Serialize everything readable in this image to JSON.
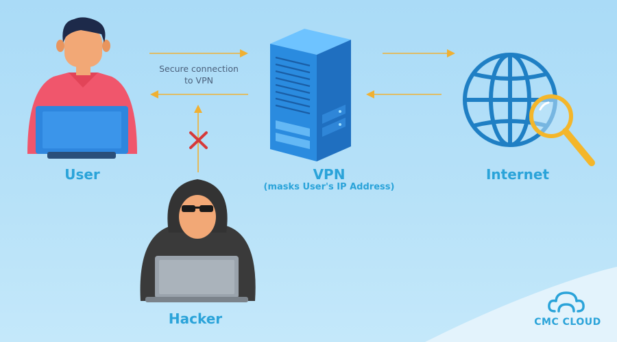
{
  "diagram": {
    "connection_label_line1": "Secure connection",
    "connection_label_line2": "to VPN",
    "nodes": {
      "user": {
        "label": "User",
        "icon": "user-laptop-icon"
      },
      "vpn": {
        "label": "VPN",
        "sublabel": "(masks User's IP Address)",
        "icon": "server-icon"
      },
      "internet": {
        "label": "Internet",
        "icon": "globe-search-icon"
      },
      "hacker": {
        "label": "Hacker",
        "icon": "hacker-laptop-icon"
      }
    },
    "edges": [
      {
        "from": "User",
        "to": "VPN",
        "style": "arrow"
      },
      {
        "from": "VPN",
        "to": "User",
        "style": "arrow"
      },
      {
        "from": "VPN",
        "to": "Internet",
        "style": "arrow"
      },
      {
        "from": "Internet",
        "to": "VPN",
        "style": "arrow"
      },
      {
        "from": "Hacker",
        "to": "User",
        "style": "blocked"
      }
    ]
  },
  "brand": {
    "name": "CMC CLOUD",
    "icon": "cloud-logo-icon"
  },
  "colors": {
    "label_blue": "#2aa3d9",
    "arrow": "#f0b032",
    "blocked": "#d63939",
    "shirt": "#f0566c",
    "laptop_blue": "#2e86de",
    "server_blue": "#2a8bdf",
    "globe_blue": "#1f7fc4",
    "magnifier": "#f4b62a",
    "hoodie": "#3a3a3a"
  }
}
